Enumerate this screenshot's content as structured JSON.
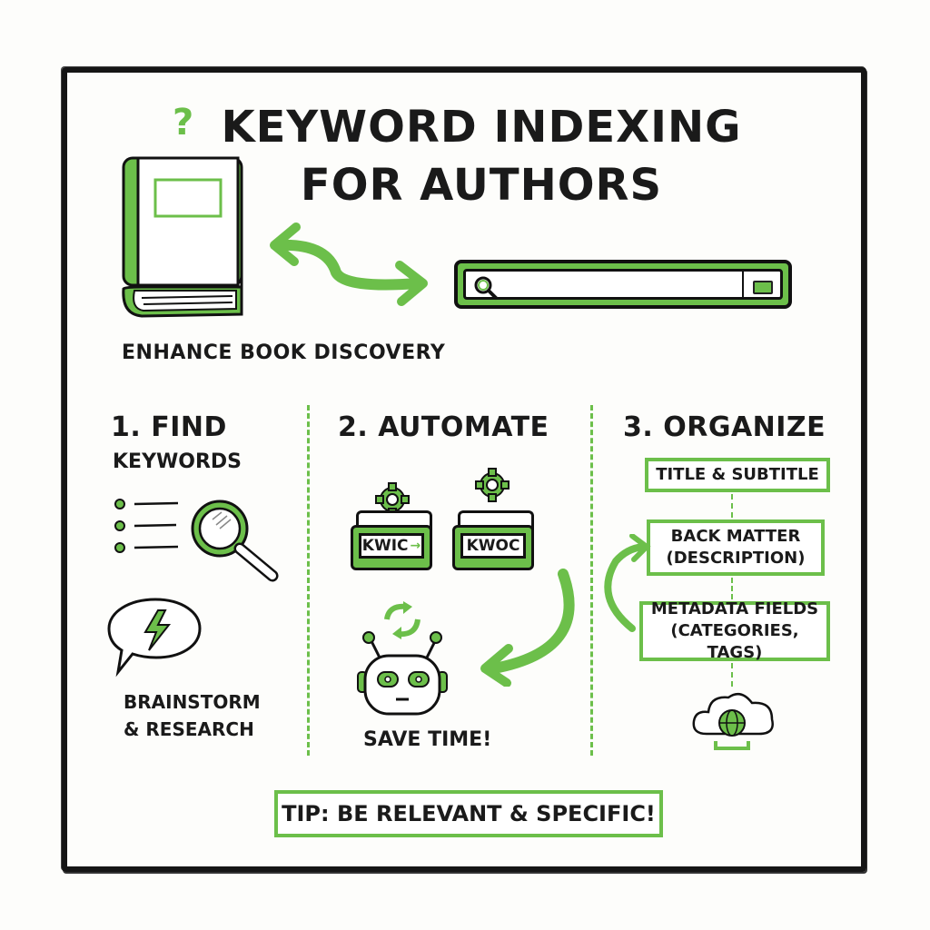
{
  "title": {
    "line1": "KEYWORD INDEXING",
    "line2": "FOR AUTHORS"
  },
  "header": {
    "icons": [
      "question-mark-icon",
      "book-icon",
      "double-arrow-icon",
      "search-bar"
    ],
    "question_mark": "?",
    "subtitle": "ENHANCE BOOK DISCOVERY"
  },
  "sections": [
    {
      "heading": "1. FIND",
      "subheading": "KEYWORDS",
      "caption_line1": "BRAINSTORM",
      "caption_line2": "& RESEARCH",
      "icons": [
        "bullet-list-icon",
        "magnifying-glass-icon",
        "speech-bubble-lightning-icon"
      ]
    },
    {
      "heading": "2. AUTOMATE",
      "tools": [
        {
          "label": "KWIC",
          "arrow": "→"
        },
        {
          "label": "KWOC"
        }
      ],
      "caption": "SAVE TIME!",
      "icons": [
        "gear-icon",
        "refresh-arrows-icon",
        "robot-icon",
        "curved-arrow-icon"
      ]
    },
    {
      "heading": "3. ORGANIZE",
      "boxes": [
        {
          "line1": "TITLE & SUBTITLE"
        },
        {
          "line1": "BACK MATTER",
          "line2": "(DESCRIPTION)"
        },
        {
          "line1": "METADATA FIELDS",
          "line2": "(CATEGORIES, TAGS)"
        }
      ],
      "icons": [
        "dashed-down-arrow-icon",
        "cloud-globe-icon"
      ]
    }
  ],
  "tip": "TIP: BE RELEVANT & SPECIFIC!",
  "colors": {
    "accent": "#6cbf4a",
    "ink": "#151515",
    "background": "#fdfdfb"
  }
}
